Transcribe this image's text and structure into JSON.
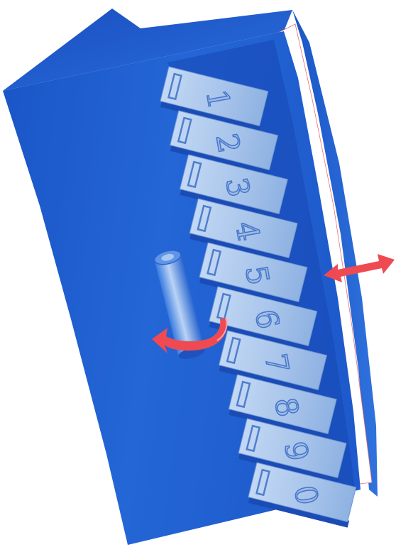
{
  "illustration": {
    "colors": {
      "folder_blue": "#1f5fd0",
      "folder_blue_dark": "#1643a8",
      "folder_blue_light": "#3c7fe6",
      "tab_face": "#a9c6ec",
      "tab_shadow": "#6e97d4",
      "tab_digit": "#5b86cf",
      "arrow_red": "#ef4a52",
      "paper_white": "#ffffff"
    },
    "index_tabs": [
      "1",
      "2",
      "3",
      "4",
      "5",
      "6",
      "7",
      "8",
      "9",
      "0"
    ],
    "icons": {
      "rotate_arrow": "curved-arrow-icon",
      "pull_arrow": "double-arrow-icon",
      "knob": "cylinder-knob-icon"
    }
  }
}
